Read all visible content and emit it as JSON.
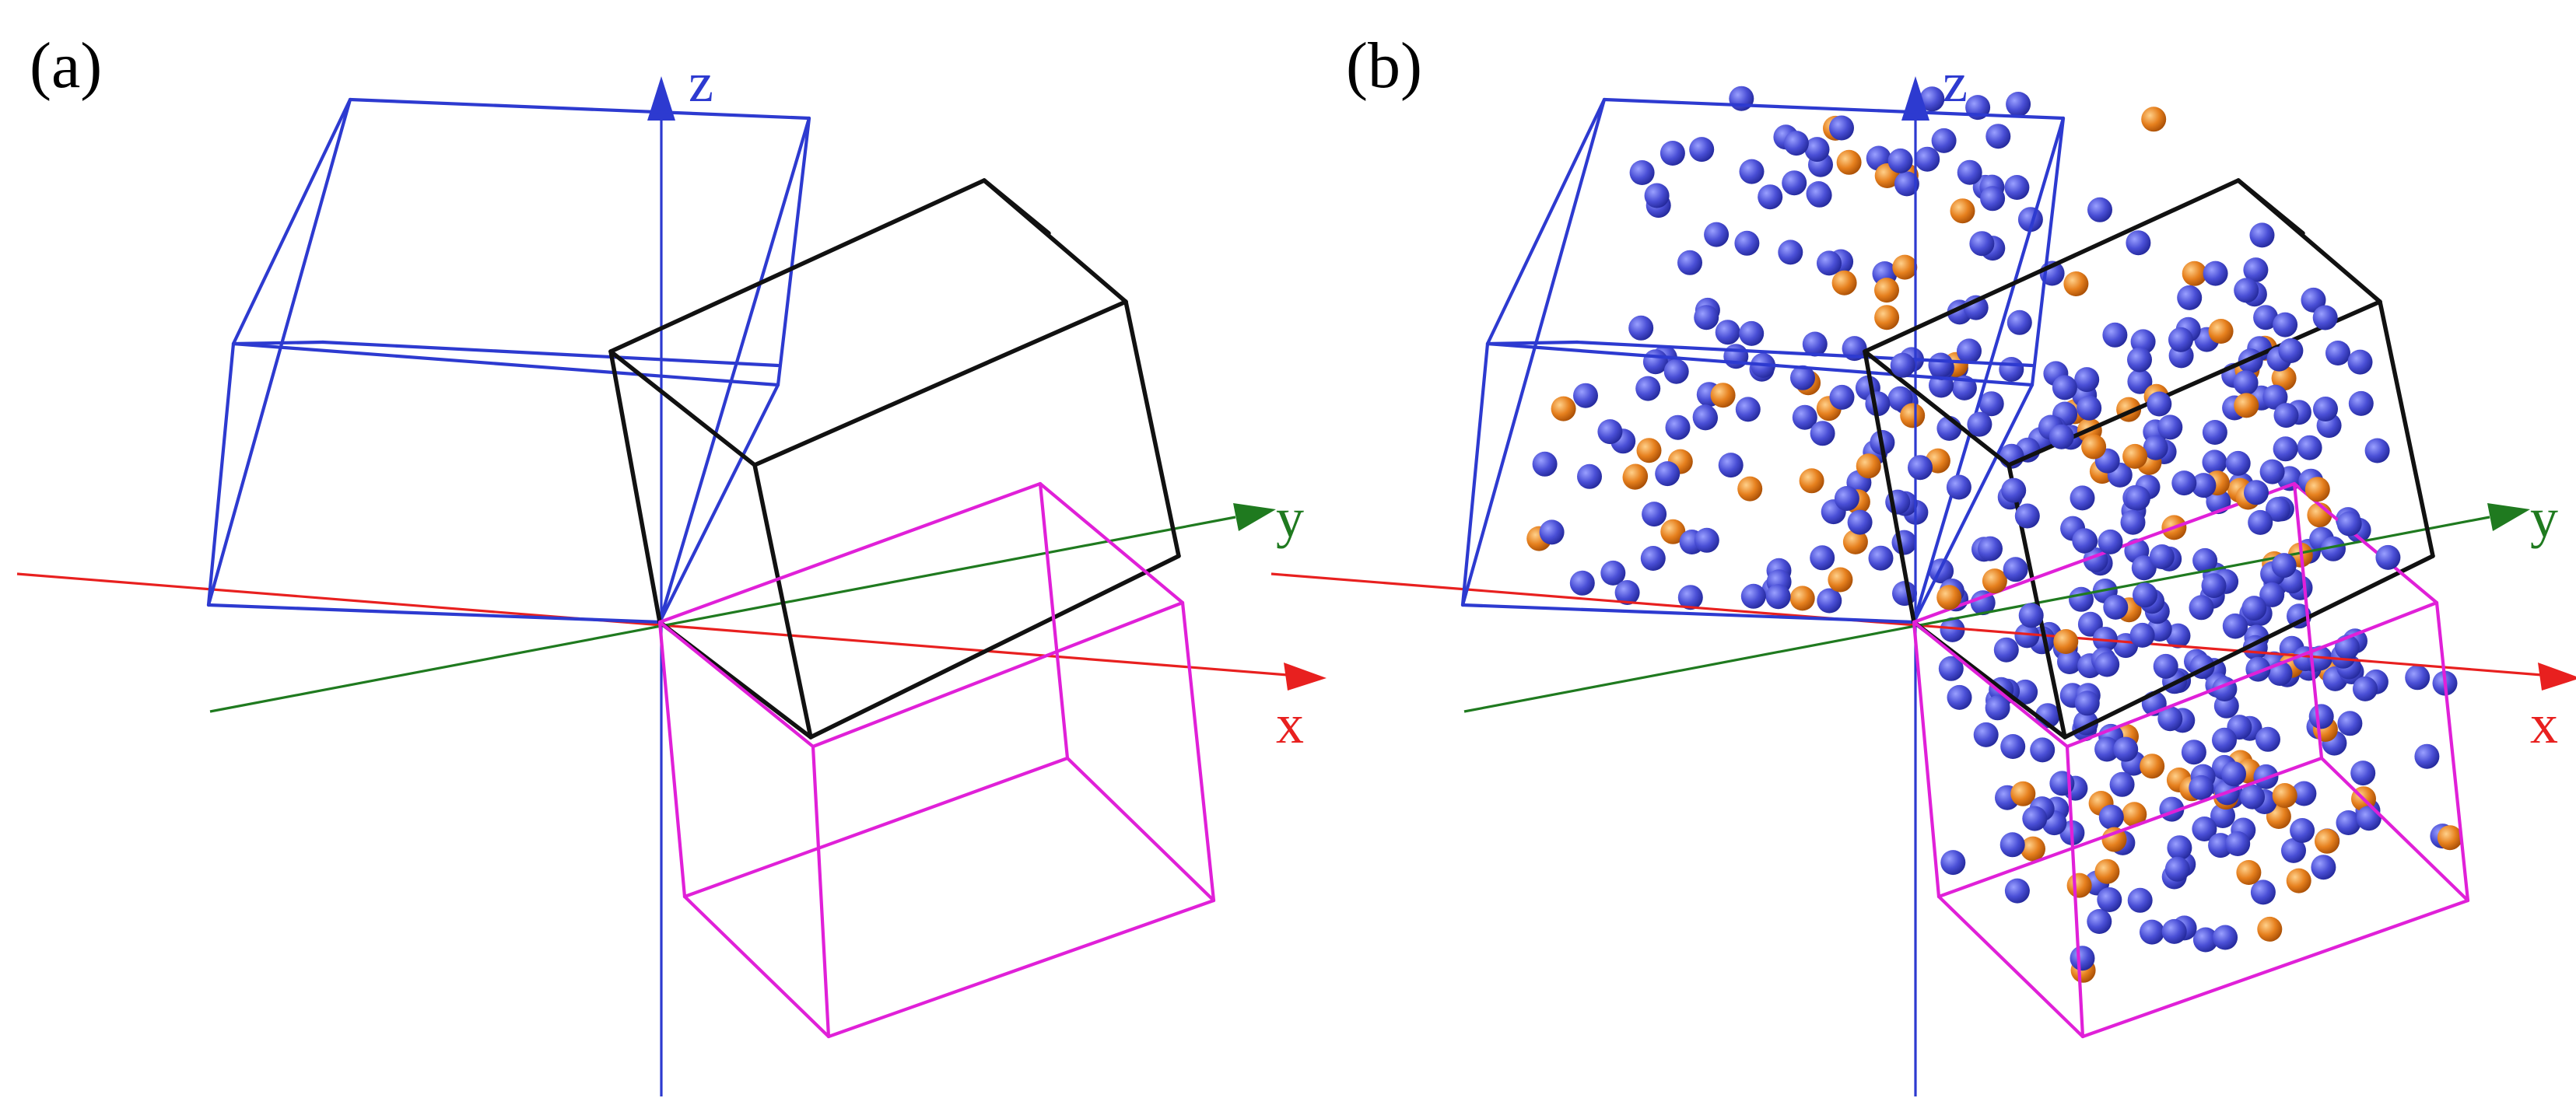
{
  "panels": [
    {
      "id": "a",
      "label": "(a)",
      "with_particles": false
    },
    {
      "id": "b",
      "label": "(b)",
      "with_particles": true
    }
  ],
  "axes": {
    "x": {
      "label": "x",
      "color": "#e8201f"
    },
    "y": {
      "label": "y",
      "color": "#1f7a1f"
    },
    "z": {
      "label": "z",
      "color": "#2d3ad0"
    }
  },
  "boxes": [
    {
      "name": "blue-box",
      "color": "#2d3ad0"
    },
    {
      "name": "black-box",
      "color": "#111111"
    },
    {
      "name": "magenta-box",
      "color": "#e020d8"
    }
  ],
  "particle_colors": {
    "blue": "#4a4fd6",
    "orange": "#e6801e"
  }
}
